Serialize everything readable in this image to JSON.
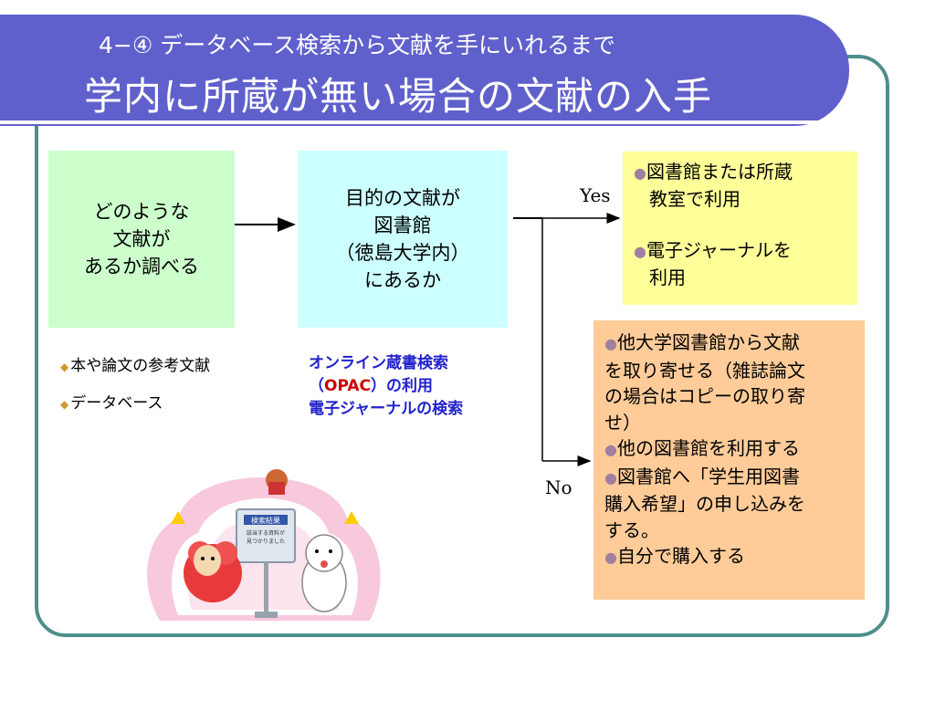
{
  "title": {
    "subtitle": "4−④ データベース検索から文献を手にいれるまで",
    "main": "学内に所蔵が無い場合の文献の入手"
  },
  "flow": {
    "step1": [
      "どのような",
      "文献が",
      "あるか調べる"
    ],
    "step2": [
      "目的の文献が",
      "図書館",
      "（徳島大学内）",
      "にあるか"
    ],
    "yes_label": "Yes",
    "no_label": "No"
  },
  "sources": {
    "items": [
      "本や論文の参考文献",
      "データベース"
    ]
  },
  "tools": {
    "line1": "オンライン蔵書検索",
    "line2_open": "（",
    "line2_opac": "OPAC",
    "line2_rest": "）の利用",
    "line3": "電子ジャーナルの検索"
  },
  "yes_box": {
    "item1_line1": "図書館または所蔵",
    "item1_line2": "教室で利用",
    "item2_line1": "電子ジャーナルを",
    "item2_line2": "利用"
  },
  "no_box": {
    "item1_lines": [
      "他大学図書館から文献",
      "を取り寄せる（雑誌論文",
      "の場合はコピーの取り寄",
      "せ）"
    ],
    "item2": "他の図書館を利用する",
    "item3_lines": [
      "図書館へ「学生用図書",
      "購入希望」の申し込みを",
      "する。"
    ],
    "item4": "自分で購入する"
  },
  "illustration": {
    "sign_title": "検索結果",
    "sign_line1": "該当する資料が",
    "sign_line2": "見つかりました"
  },
  "colors": {
    "title_band": "#6060cc",
    "frame": "#4e8f8a",
    "step1_bg": "#ccffcc",
    "step2_bg": "#ccffff",
    "yes_bg": "#ffff99",
    "no_bg": "#ffcc99",
    "tools_text": "#2222cc",
    "opac_text": "#cc0000"
  }
}
